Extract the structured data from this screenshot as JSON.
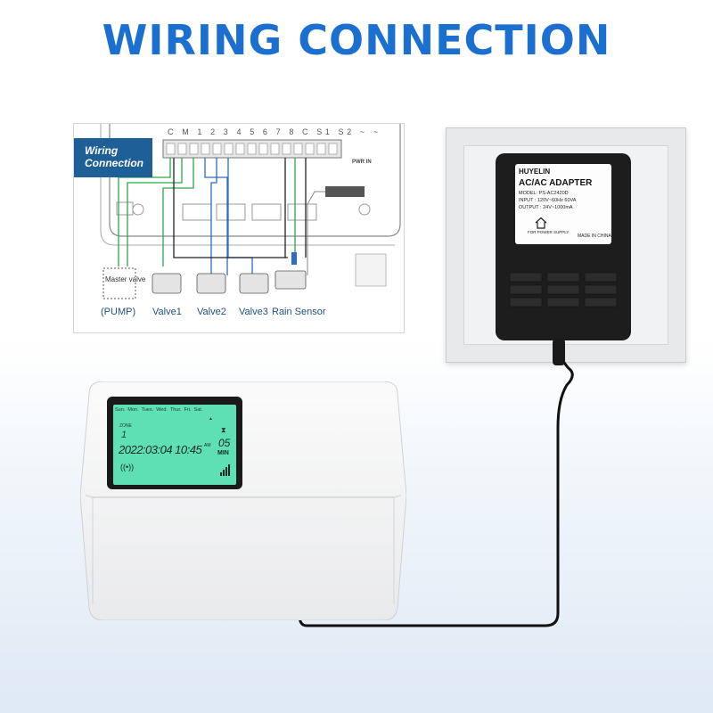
{
  "title": "WIRING CONNECTION",
  "diagram": {
    "badge": "Wiring Connection",
    "terminal_row": "C M 1 2 3 4 5 6 7 8 C S1 S2 ~ ~",
    "pwr_label": "PWR IN",
    "master_valve_label": "Master valve",
    "captions": [
      "(PUMP)",
      "Valve1",
      "Valve2",
      "Valve3",
      "Rain Sensor"
    ],
    "wire_colors": {
      "green": "#2aa84a",
      "blue": "#2b6cc4",
      "black": "#222222",
      "grey": "#8a8a8a"
    }
  },
  "adapter": {
    "brand": "HUYELIN",
    "title": "AC/AC ADAPTER",
    "specs": [
      "MODEL: PS-AC2420D",
      "INPUT : 120V~60Hz 60VA",
      "OUTPUT : 24V~1000mA"
    ],
    "made_in": "MADE IN CHINA",
    "ps_label": "FOR POWER SUPPLY",
    "icon": "house-icon"
  },
  "controller": {
    "days": [
      "Sun.",
      "Mon.",
      "Tues.",
      "Wed.",
      "Thur.",
      "Fri.",
      "Sat."
    ],
    "zone_label": "ZONE",
    "zone_value": "1",
    "datetime": "2022:03:04 10:45",
    "ampm": "AM",
    "minutes": "05",
    "min_label": "MIN",
    "lcd_color": "#5fe0b4",
    "icons": [
      "wifi-icon",
      "hourglass-icon",
      "sprinkler-signal-icon"
    ]
  },
  "colors": {
    "title": "#1a6fd0",
    "badge": "#1f5f98"
  }
}
